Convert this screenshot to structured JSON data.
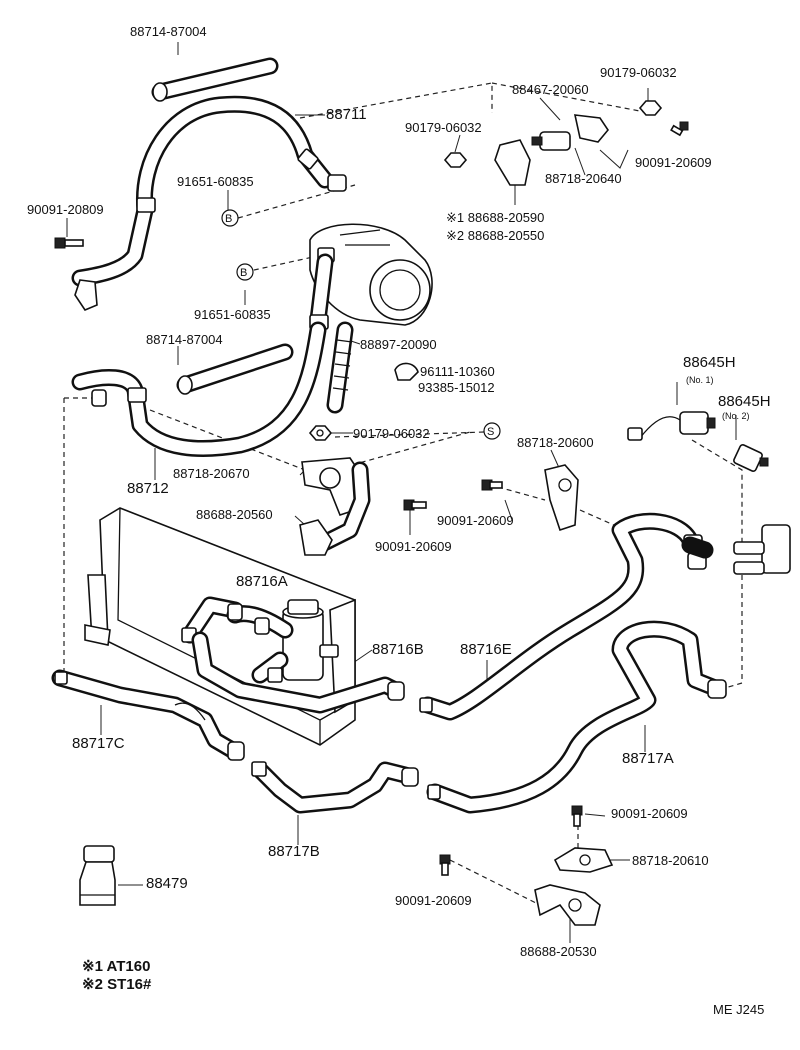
{
  "labels": {
    "hose_top_upper": "88714-87004",
    "hose_top": "88711",
    "switch_top": "88467-20060",
    "nut_top_right": "90179-06032",
    "nut_top_mid": "90179-06032",
    "bolt_top_right": "90091-20609",
    "bracket_top": "88718-20640",
    "oring_upper": "91651-60835",
    "bolt_left": "90091-20809",
    "bracket_alt1": "88688-20590",
    "bracket_alt2": "88688-20550",
    "note_mark_1": "※1",
    "note_mark_2": "※2",
    "oring_lower": "91651-60835",
    "hose_mid": "88714-87004",
    "hose_corrugated": "88897-20090",
    "clamp": "96111-10360",
    "sensor_93385": "93385-15012",
    "switch_no1": "88645H",
    "switch_no1_sub": "(No. 1)",
    "switch_no2": "88645H",
    "switch_no2_sub": "(No. 2)",
    "nut_mid": "90179-06032",
    "bracket_600": "88718-20600",
    "bracket_670": "88718-20670",
    "hose_88712": "88712",
    "bolt_mid_right": "90091-20609",
    "bracket_560": "88688-20560",
    "bolt_mid": "90091-20609",
    "receiver": "88716A",
    "tube_716b": "88716B",
    "tube_716e": "88716E",
    "tube_717c": "88717C",
    "tube_717a": "88717A",
    "bolt_low_right": "90091-20609",
    "tube_717b": "88717B",
    "bracket_610": "88718-20610",
    "cap": "88479",
    "bolt_low": "90091-20609",
    "bracket_530": "88688-20530",
    "b_marker": "B",
    "s_marker": "S"
  },
  "notes": [
    {
      "mark": "※1",
      "text": "AT160"
    },
    {
      "mark": "※2",
      "text": "ST16#"
    }
  ],
  "footer": {
    "code": "ME J245"
  }
}
